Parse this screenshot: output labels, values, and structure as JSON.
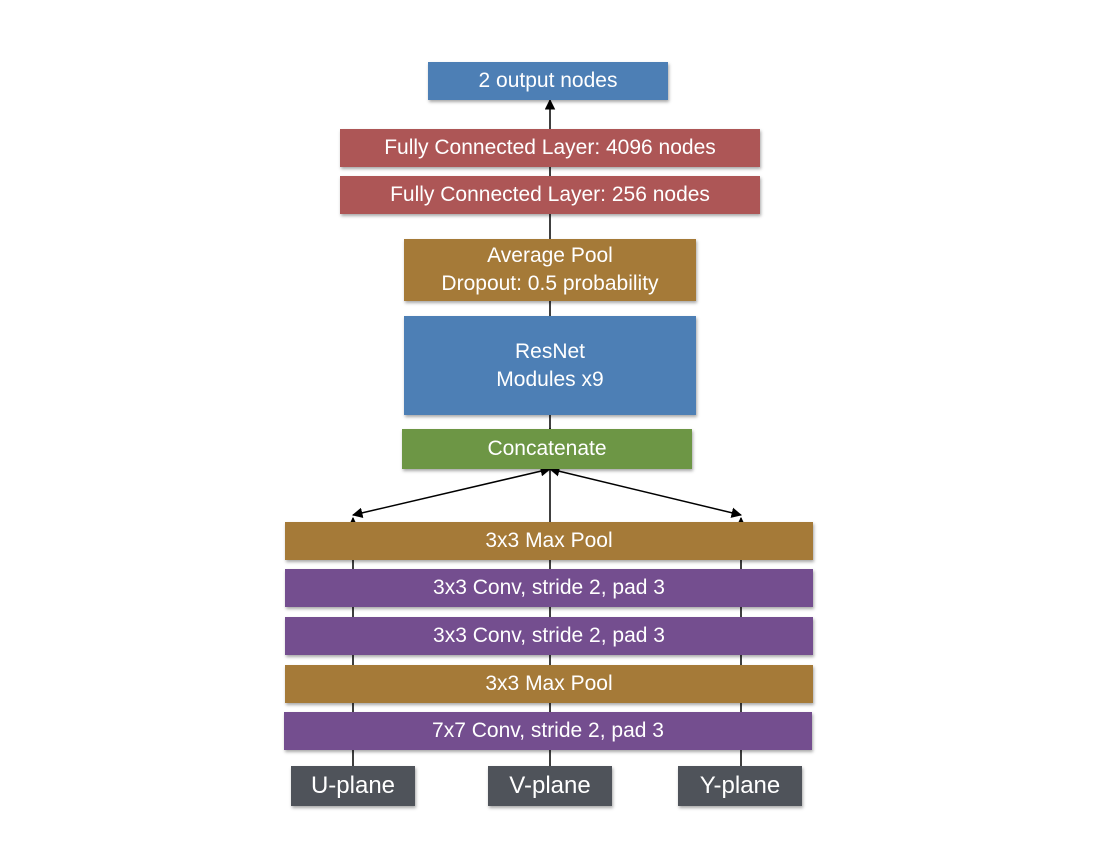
{
  "diagram": {
    "inputs": [
      {
        "id": "u",
        "label": "U-plane"
      },
      {
        "id": "v",
        "label": "V-plane"
      },
      {
        "id": "y",
        "label": "Y-plane"
      }
    ],
    "layers": {
      "conv7": "7x7 Conv, stride 2, pad 3",
      "maxpool1": "3x3 Max Pool",
      "conv3a": "3x3 Conv, stride 2, pad 3",
      "conv3b": "3x3 Conv, stride 2, pad 3",
      "maxpool2": "3x3 Max Pool",
      "concat": "Concatenate",
      "resnet_line1": "ResNet",
      "resnet_line2": "Modules x9",
      "avgpool_line1": "Average Pool",
      "avgpool_line2": "Dropout: 0.5 probability",
      "fc256": "Fully Connected Layer: 256 nodes",
      "fc4096": "Fully Connected Layer: 4096 nodes",
      "output": "2 output nodes"
    },
    "colors": {
      "blue": "#4d7fb5",
      "red": "#ad5656",
      "brown": "#a57a38",
      "green": "#6d9645",
      "purple": "#744e8f",
      "gray": "#4f535a"
    }
  }
}
